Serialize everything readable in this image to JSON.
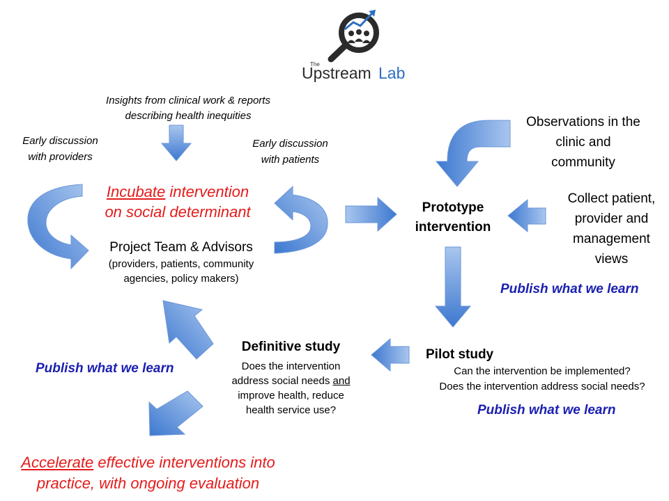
{
  "logo": {
    "small_text": "The",
    "name_part1": "Upstream",
    "name_part2": "Lab",
    "colors": {
      "dark": "#2b2b2b",
      "blue": "#2e6fc1"
    }
  },
  "insights": {
    "line1": "Insights from clinical work & reports",
    "line2": "describing health inequities"
  },
  "early_providers": {
    "line1": "Early discussion",
    "line2": "with providers"
  },
  "early_patients": {
    "line1": "Early discussion",
    "line2": "with patients"
  },
  "incubate": {
    "word": "Incubate",
    "rest1": " intervention",
    "line2": "on social determinant"
  },
  "project_team": {
    "title": "Project Team & Advisors",
    "line1": "(providers, patients, community",
    "line2": "agencies, policy makers)"
  },
  "observations": {
    "line1": "Observations in the",
    "line2": "clinic and",
    "line3": "community"
  },
  "prototype": {
    "line1": "Prototype",
    "line2": "intervention"
  },
  "collect": {
    "line1": "Collect patient,",
    "line2": "provider and",
    "line3": "management",
    "line4": "views"
  },
  "publish_right": "Publish what we learn",
  "publish_left": "Publish what we learn",
  "publish_pilot": "Publish what we learn",
  "definitive": {
    "title": "Definitive study",
    "line1": "Does the intervention",
    "line2_pre": "address social needs ",
    "line2_u": "and",
    "line3": "improve health, reduce",
    "line4": "health service use?"
  },
  "pilot": {
    "title": "Pilot study",
    "line1": "Can the intervention be implemented?",
    "line2": "Does the intervention address social needs?"
  },
  "accelerate": {
    "word": "Accelerate",
    "rest1": " effective interventions into",
    "line2": "practice, with ongoing evaluation"
  },
  "colors": {
    "arrow_light": "#a9c6ee",
    "arrow_dark": "#3d78d0",
    "red": "#e41b1b",
    "publish_blue": "#1a1fb0"
  }
}
